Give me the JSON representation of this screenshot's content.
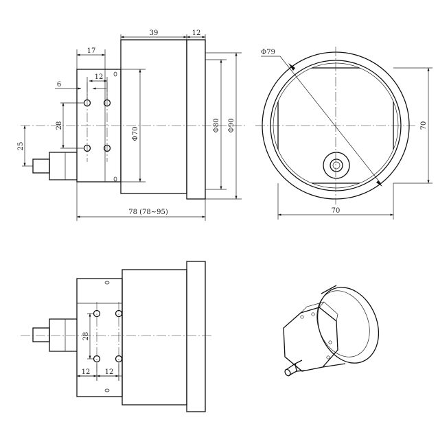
{
  "drawing": {
    "views": {
      "side_top": {
        "dims": {
          "d39": "39",
          "d12_top": "12",
          "d17": "17",
          "d6": "6",
          "d12_small": "12",
          "d28": "28",
          "d25": "25",
          "d_phi70": "Φ70",
          "d_phi80": "Φ80",
          "d_phi90": "Φ90",
          "d78": "78 (78~95)"
        }
      },
      "front": {
        "dims": {
          "d_phi79": "Φ79",
          "d70_h": "70",
          "d70_v": "70"
        }
      },
      "side_bottom": {
        "dims": {
          "d28": "28",
          "d12_left": "12",
          "d12_right": "12"
        }
      },
      "isometric": {}
    }
  }
}
